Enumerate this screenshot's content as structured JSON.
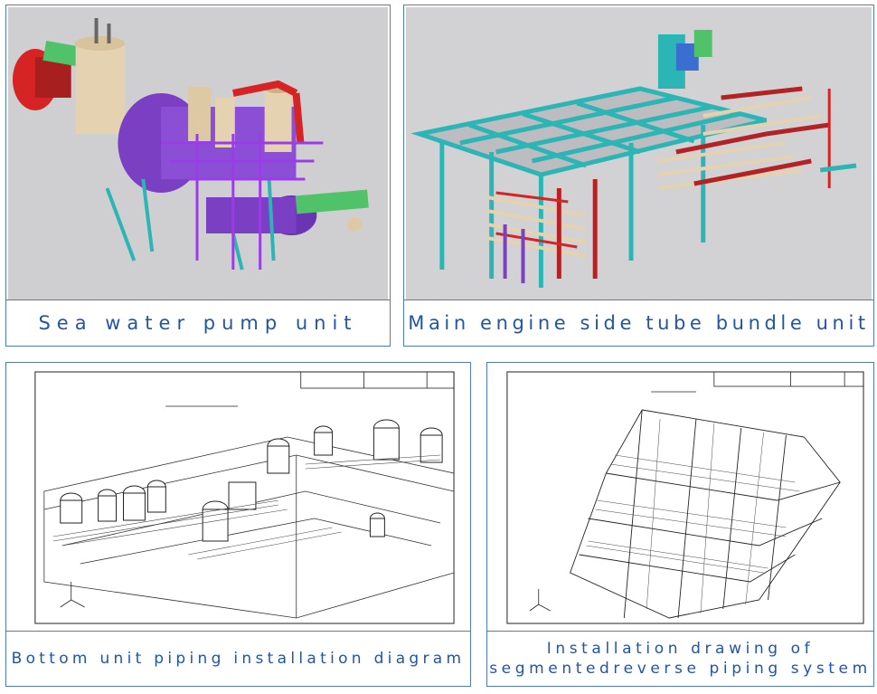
{
  "panels": {
    "sea_water_pump": {
      "caption": "Sea water pump unit"
    },
    "main_engine": {
      "caption": "Main engine side tube bundle unit"
    },
    "bottom_unit": {
      "caption": "Bottom unit piping installation diagram"
    },
    "segmented": {
      "caption_line1": "Installation drawing of",
      "caption_line2": "segmentedreverse piping system"
    }
  },
  "colors": {
    "caption_text": "#1f56a8",
    "panel_border": "#4f7db6",
    "render_background": "#cfcfd1"
  }
}
